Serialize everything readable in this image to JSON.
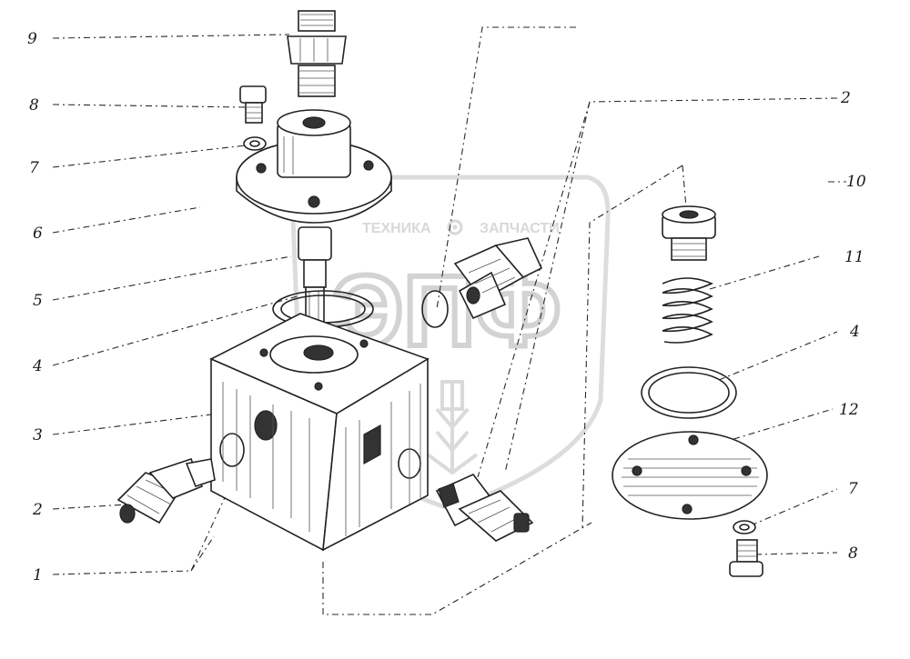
{
  "watermark": {
    "text_left": "ТЕХНИКА",
    "text_right": "ЗАПЧАСТИ",
    "logo": "ЭПФ",
    "gear_icon": "gear-icon",
    "shield_color": "#d9d9d9"
  },
  "callouts": {
    "c9": "9",
    "c8_left": "8",
    "c7_left": "7",
    "c6": "6",
    "c5": "5",
    "c4_left": "4",
    "c3": "3",
    "c2_left": "2",
    "c1": "1",
    "c2_right": "2",
    "c10": "10",
    "c11": "11",
    "c4_right": "4",
    "c12": "12",
    "c7_right": "7",
    "c8_right": "8"
  },
  "colors": {
    "ink": "#222222",
    "background": "#ffffff"
  }
}
